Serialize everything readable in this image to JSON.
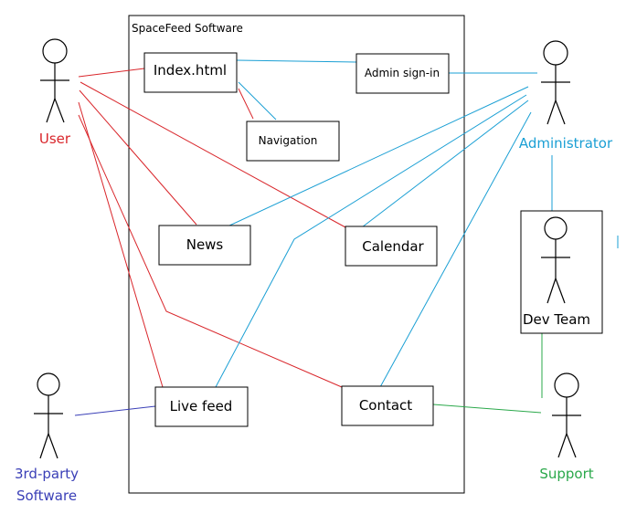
{
  "system_title": "SpaceFeed Software",
  "use_cases": {
    "index": "Index.html",
    "admin_signin": "Admin sign-in",
    "navigation": "Navigation",
    "news": "News",
    "calendar": "Calendar",
    "live_feed": "Live feed",
    "contact": "Contact"
  },
  "actors": {
    "user": "User",
    "administrator": "Administrator",
    "dev_team": "Dev Team",
    "third_party_line1": "3rd-party",
    "third_party_line2": "Software",
    "support": "Support"
  },
  "colors": {
    "user": "#d9262b",
    "administrator": "#1a9fd4",
    "third_party": "#3a3fb7",
    "support": "#2aa84a",
    "dev_team": "#000000"
  }
}
